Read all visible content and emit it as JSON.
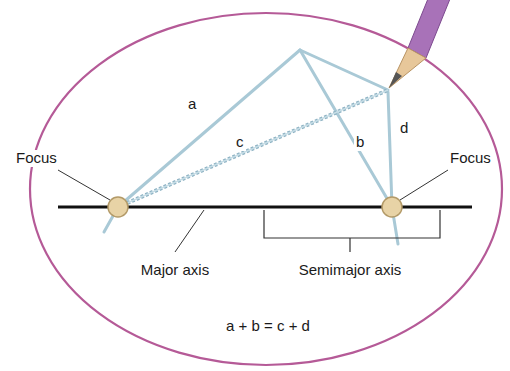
{
  "diagram": {
    "labels": [
      "Focus",
      "a",
      "c",
      "b",
      "d",
      "Focus",
      "Major axis",
      "Semimajor axis",
      "a + b = c + d"
    ]
  }
}
